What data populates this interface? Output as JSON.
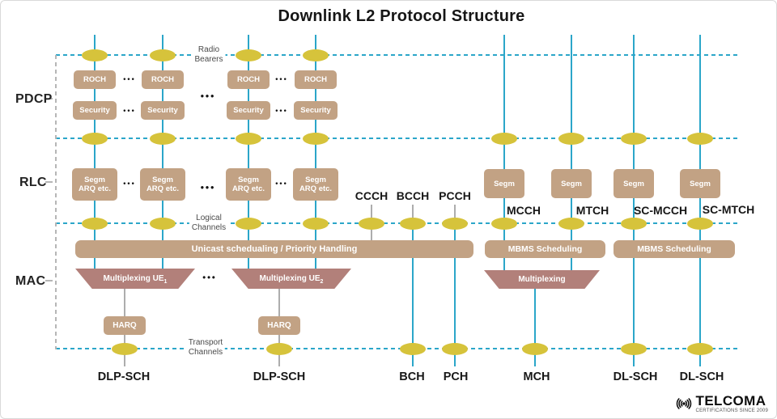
{
  "title": "Downlink L2 Protocol Structure",
  "layers": {
    "pdcp": "PDCP",
    "rlc": "RLC",
    "mac": "MAC"
  },
  "sap_labels": {
    "radio_bearers_line1": "Radio",
    "radio_bearers_line2": "Bearers",
    "logical_line1": "Logical",
    "logical_line2": "Channels",
    "transport_line1": "Transport",
    "transport_line2": "Channels"
  },
  "pdcp_boxes": {
    "roch": "ROCH",
    "security": "Security"
  },
  "rlc_boxes": {
    "segm_line1": "Segm",
    "segm_line2": "ARQ etc.",
    "segm": "Segm"
  },
  "mac_elements": {
    "unicast_bar": "Unicast schedualing / Priority Handling",
    "mbms_bar": "MBMS Scheduling",
    "mux_ue_base": "Multiplexing UE",
    "mux_ue1_sub": "1",
    "mux_ue2_sub": "2",
    "mux_mbms": "Multiplexing",
    "harq": "HARQ"
  },
  "logical_channels": {
    "ccch": "CCCH",
    "bcch": "BCCH",
    "pcch": "PCCH",
    "mcch": "MCCH",
    "mtch": "MTCH",
    "sc_mcch": "SC-MCCH",
    "sc_mtch": "SC-MTCH"
  },
  "transport_channels": {
    "dlpsch1": "DLP-SCH",
    "dlpsch2": "DLP-SCH",
    "bch": "BCH",
    "pch": "PCH",
    "mch": "MCH",
    "dlsch1": "DL-SCH",
    "dlsch2": "DL-SCH"
  },
  "misc": {
    "dots": "•••"
  },
  "logo": {
    "name": "TELCOMA",
    "tagline": "CERTIFICATIONS SINCE 2009"
  },
  "colors": {
    "teal": "#2BA6C9",
    "yellow": "#D6C33B",
    "tan": "#C2A284",
    "mauve": "#B2807A",
    "gray_line": "#ADADAD"
  }
}
